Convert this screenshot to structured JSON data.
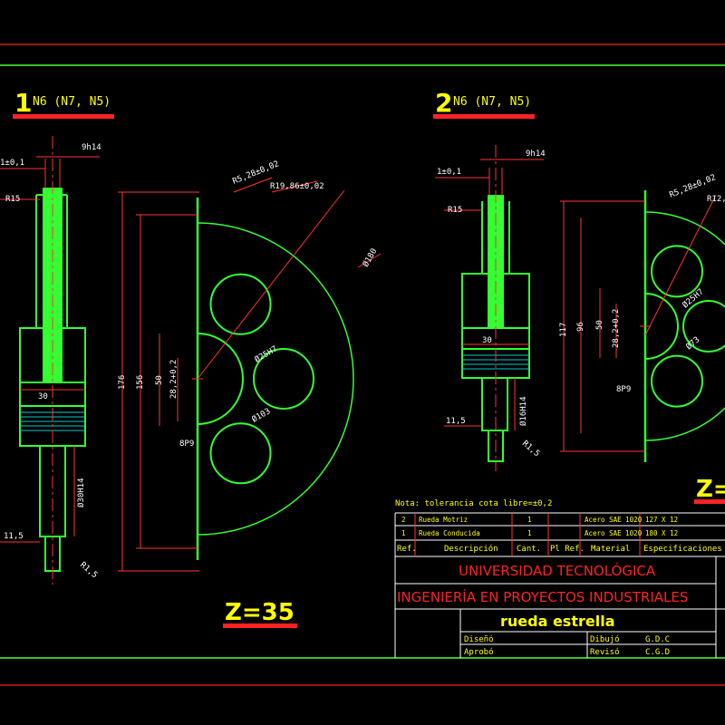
{
  "colors": {
    "background": "#000000",
    "part_outline": "#33ff33",
    "dimension": "#ff3333",
    "dimension_text": "#ffffff",
    "title_yellow": "#ffff00",
    "hatch": "#00cccc",
    "marker": "#ff33ff",
    "frame": "#ff2222",
    "centerline": "#ff3333"
  },
  "view1": {
    "number": "1",
    "roughness": "N6 (N7, N5)",
    "dims": {
      "top_tol": "1±0,1",
      "top_h": "9h14",
      "r15": "R15",
      "w30": "30",
      "bore_h": "Ø30H14",
      "v115": "11,5",
      "r_bottom": "R1,5"
    },
    "gear": {
      "r528": "R5,28±0,02",
      "r1986": "R19,86±0,02",
      "od": "Ø180",
      "h176": "176",
      "h156": "156",
      "h50": "50",
      "k282": "28,2+0,2",
      "bore": "Ø25H7",
      "pcd": "Ø103",
      "key": "8P9"
    },
    "z_label": "Z=35"
  },
  "view2": {
    "number": "2",
    "roughness": "N6 (N7, N5)",
    "dims": {
      "top_tol": "1±0,1",
      "top_h": "9h14",
      "r15": "R15",
      "w30": "30",
      "bore_h": "Ø16H14",
      "v115": "11,5",
      "r_bottom": "R1,5"
    },
    "gear": {
      "r528": "R5,28±0,02",
      "r12": "R12,",
      "h117": "117",
      "h96": "96",
      "h50": "50",
      "k282": "28,2+0,2",
      "bore": "Ø25H7",
      "pcd": "Ø73",
      "key": "8P9"
    },
    "z_label": "Z="
  },
  "title_block": {
    "note": "Nota: tolerancia cota libre=±0,2",
    "rows": [
      [
        "2",
        "Rueda Motriz",
        "1",
        "",
        "Acero SAE 1020",
        "127 X 12"
      ],
      [
        "1",
        "Rueda Conducida",
        "1",
        "",
        "Acero SAE 1020",
        "180 X 12"
      ]
    ],
    "headers": [
      "Ref.",
      "Descripción",
      "Cant.",
      "Pl Ref.",
      "Material",
      "Especificaciones"
    ],
    "university": "UNIVERSIDAD TECNOLÓGICA",
    "faculty": "INGENIERÍA EN PROYECTOS INDUSTRIALES",
    "drawing_title": "rueda estrella",
    "diseno": "Diseñó",
    "aprobo": "Aprobó",
    "dibujo": "Dibujó",
    "reviso": "Revisó",
    "dibujo_val": "G.D.C",
    "reviso_val": "C.G.D"
  }
}
